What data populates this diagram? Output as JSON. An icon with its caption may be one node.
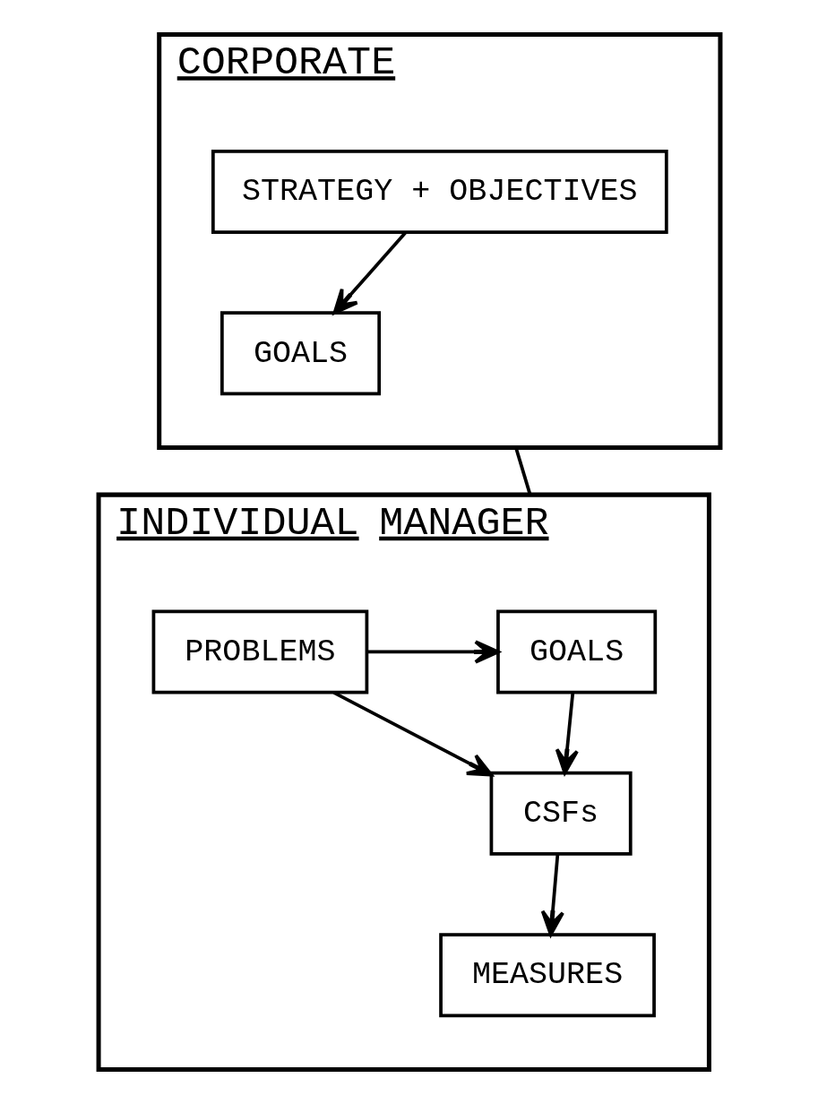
{
  "diagram": {
    "nodes": [
      {
        "text": [
          "CORPORATE"
        ]
      },
      {
        "text": [
          "STRATEGY + OBJECTIVES"
        ],
        "in": 0
      },
      {
        "text": [
          "GOALS"
        ],
        "in": 0
      },
      {
        "text": [
          "INDIVIDUAL MANAGER"
        ]
      },
      {
        "text": [
          "GOALS"
        ],
        "in": 3
      },
      {
        "text": [
          "CSFs"
        ],
        "in": 3
      },
      {
        "text": [
          "MEASURES"
        ],
        "in": 3
      },
      {
        "text": [
          "PROBLEMS"
        ],
        "in": 3
      }
    ],
    "edges": [
      {
        "from": 1,
        "to": 2,
        "arrow": "to"
      },
      {
        "from": 0,
        "to": 3,
        "arrow": "none"
      },
      {
        "from": 7,
        "to": 4,
        "arrow": "to"
      },
      {
        "from": 4,
        "to": 5,
        "arrow": "to"
      },
      {
        "from": 7,
        "to": 5,
        "arrow": "to"
      },
      {
        "from": 5,
        "to": 6,
        "arrow": "to"
      }
    ]
  }
}
